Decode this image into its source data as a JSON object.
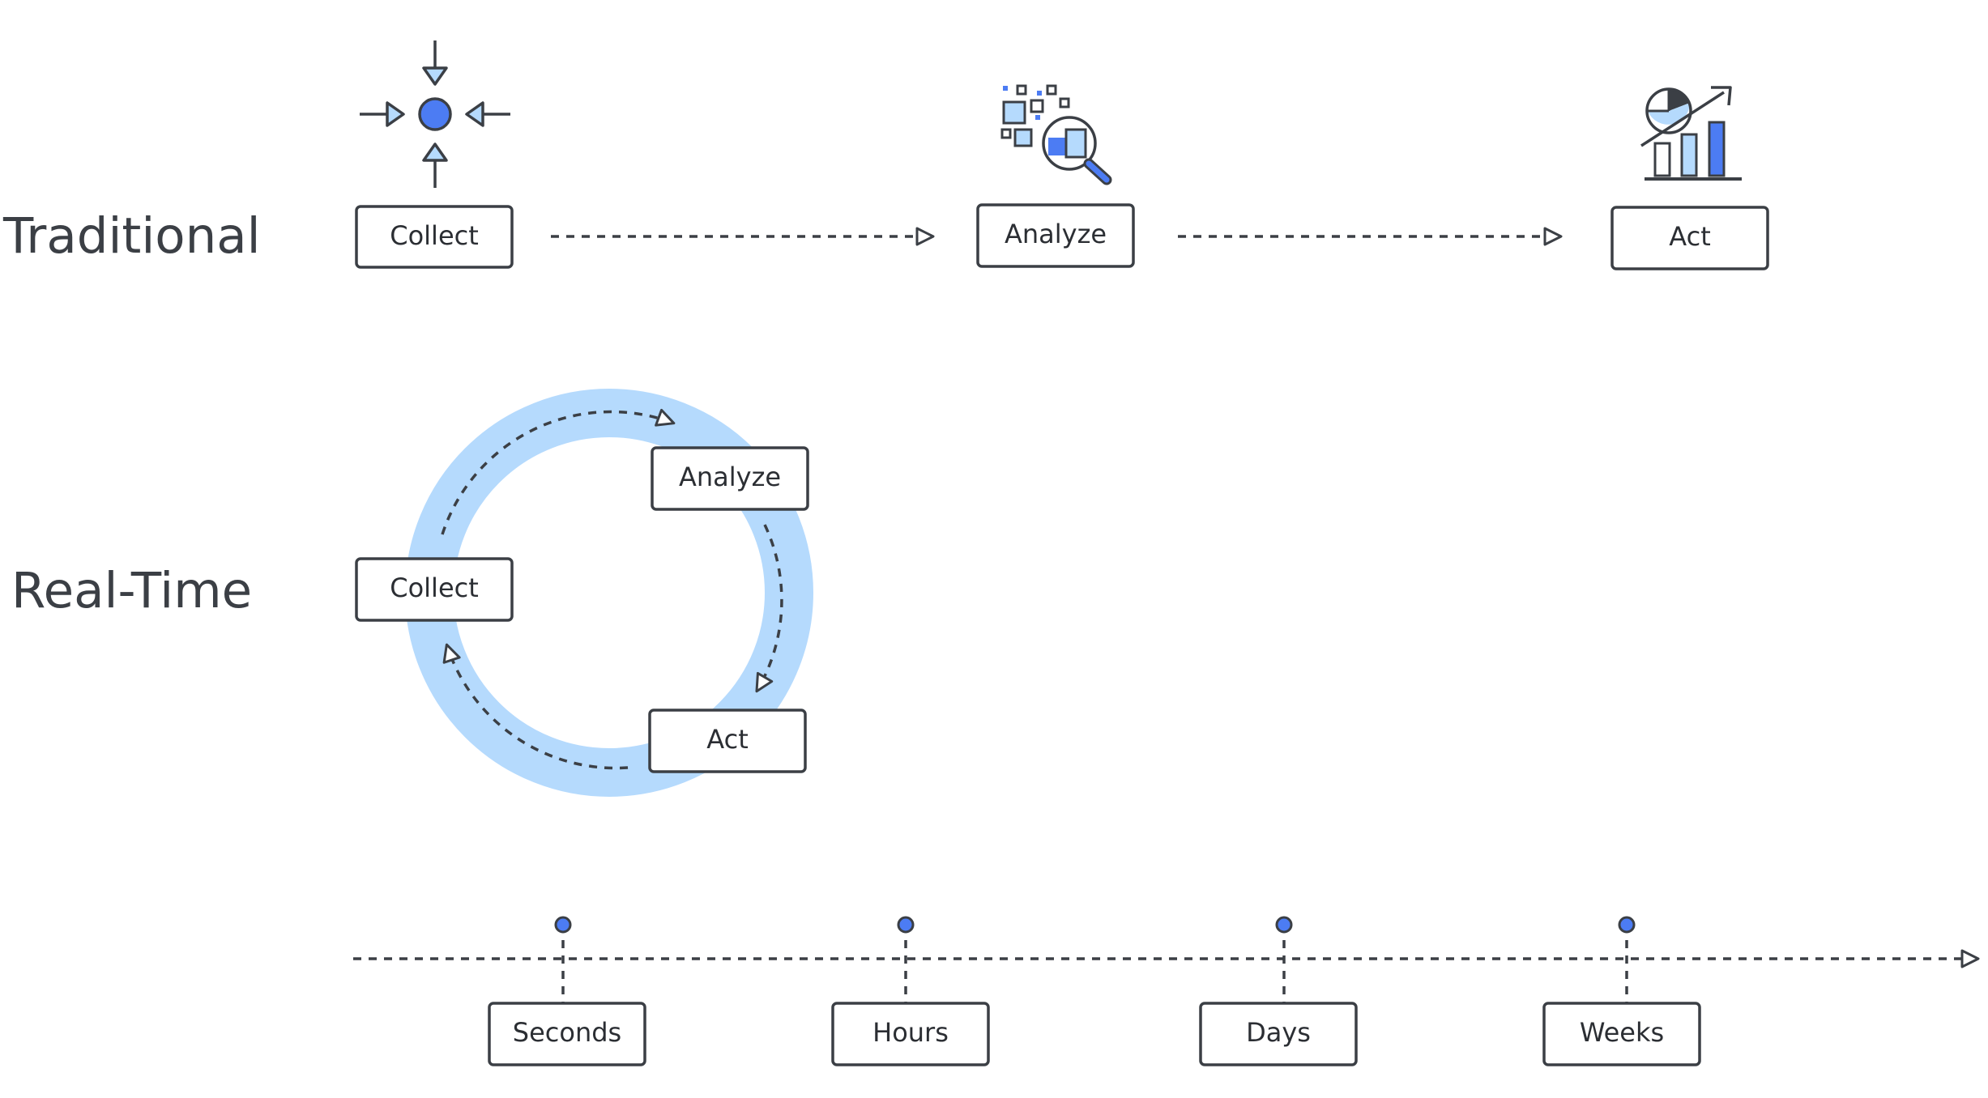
{
  "rows": {
    "traditional": {
      "label": "Traditional",
      "steps": [
        "Collect",
        "Analyze",
        "Act"
      ]
    },
    "realtime": {
      "label": "Real-Time",
      "steps": [
        "Collect",
        "Analyze",
        "Act"
      ]
    }
  },
  "timeline": {
    "ticks": [
      "Seconds",
      "Hours",
      "Days",
      "Weeks"
    ]
  },
  "icons": {
    "collect": "collect-arrows-icon",
    "analyze": "data-magnifier-icon",
    "act": "chart-growth-icon"
  },
  "colors": {
    "accent_blue": "#4c7cf3",
    "light_blue": "#b5dafd",
    "stroke": "#3b3f45",
    "text": "#2b2e33"
  }
}
